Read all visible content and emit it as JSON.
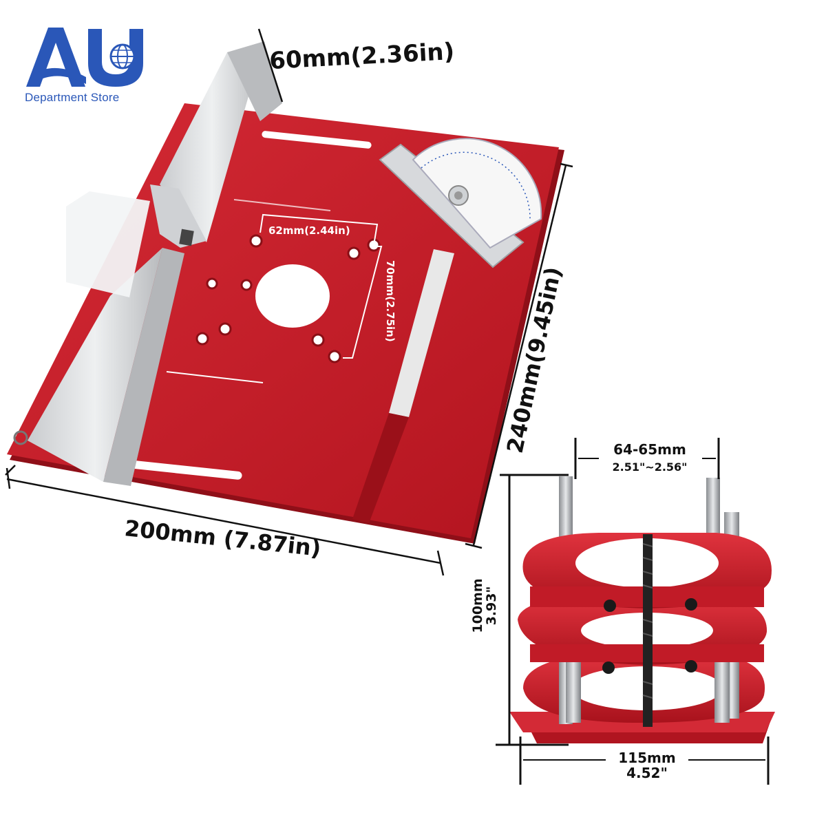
{
  "brand": {
    "logo_mark": "AU",
    "store_name": "Department Store",
    "logo_color": "#2a57b8"
  },
  "table_plate": {
    "fence_height": "60mm(2.36in)",
    "hole_spacing_horizontal": "62mm(2.44in)",
    "hole_spacing_vertical": "70mm(2.75in)",
    "plate_length": "240mm(9.45in)",
    "plate_width": "200mm (7.87in)",
    "plate_color": "#c8202b",
    "fence_color": "#d8dadc"
  },
  "lift_base": {
    "rod_spacing_mm": "64-65mm",
    "rod_spacing_in": "2.51\"~2.56\"",
    "height_mm": "100mm",
    "height_in": "3.93\"",
    "width_mm": "115mm",
    "width_in": "4.52\""
  }
}
